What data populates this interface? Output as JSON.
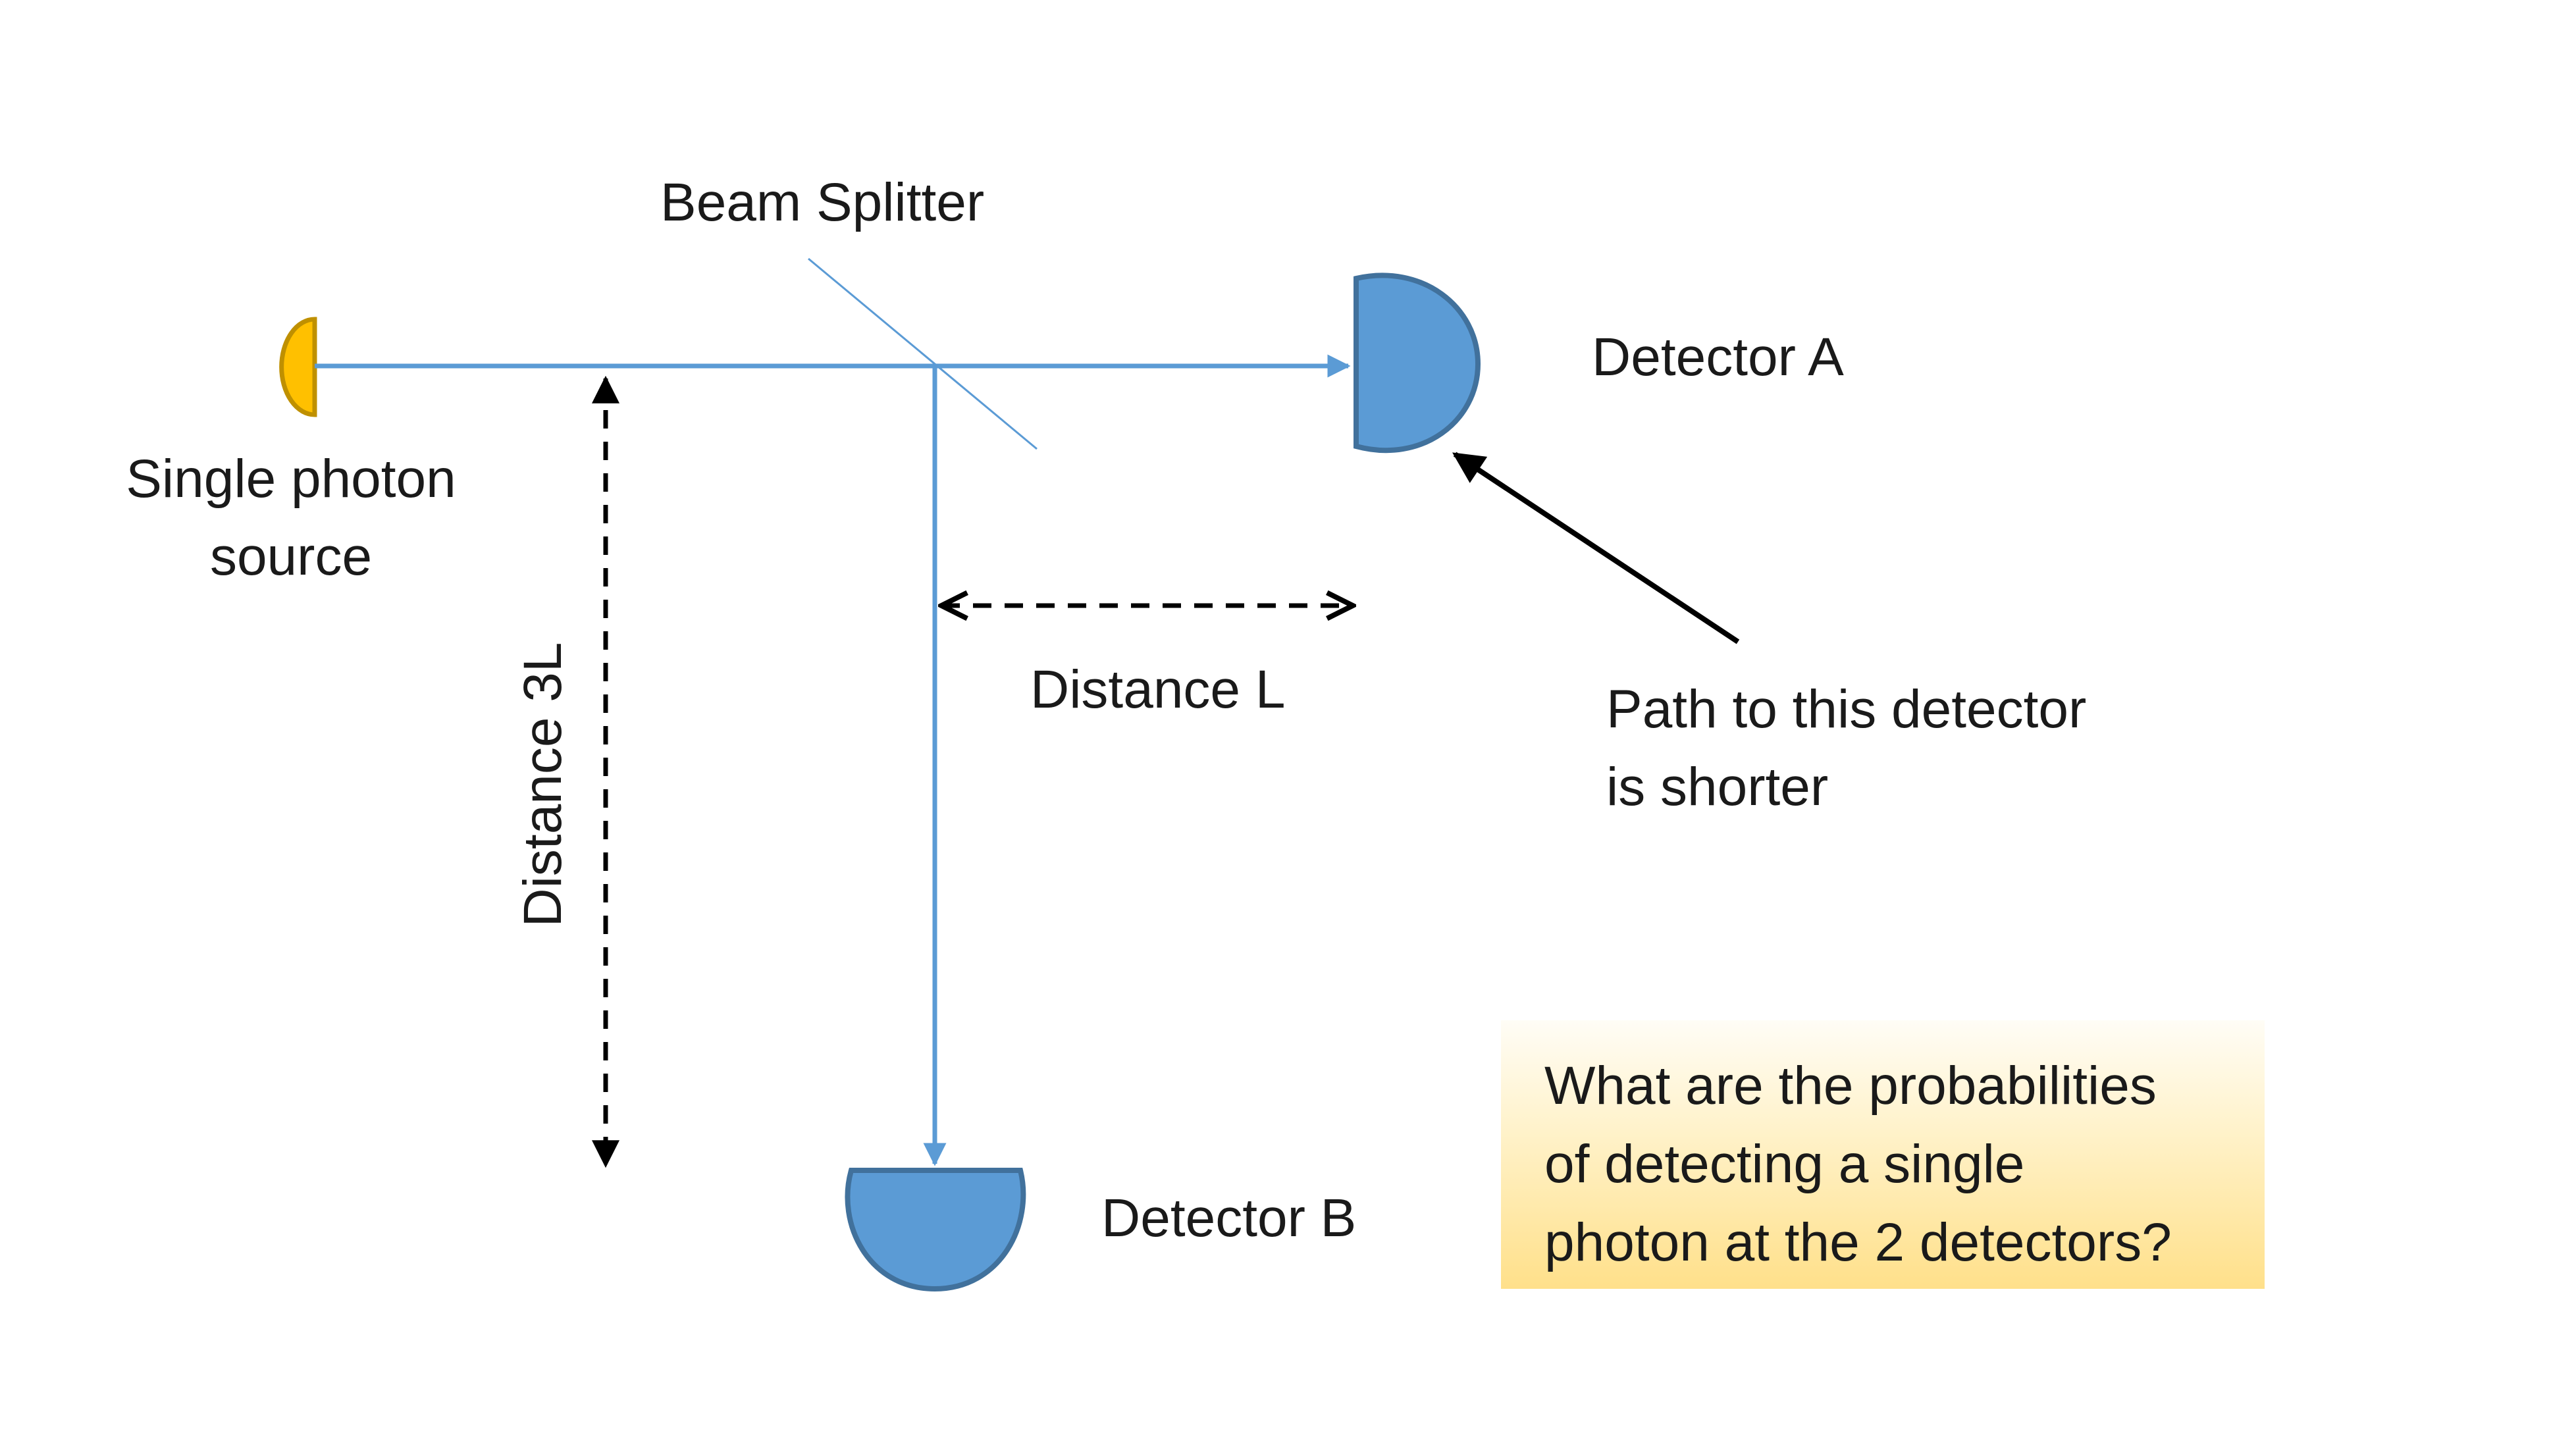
{
  "labels": {
    "beam_splitter": "Beam Splitter",
    "detector_a": "Detector A",
    "detector_b": "Detector B",
    "source_line1": "Single photon",
    "source_line2": "source",
    "distance_l": "Distance L",
    "distance_3l": "Distance 3L",
    "path_note_line1": "Path to this detector",
    "path_note_line2": "is shorter"
  },
  "question": {
    "line1": "What are the probabilities",
    "line2": "of detecting a single",
    "line3": "photon at the 2 detectors?"
  },
  "colors": {
    "beam": "#5b9bd5",
    "detector_fill": "#5b9bd5",
    "detector_stroke": "#41719c",
    "source_fill": "#ffc000",
    "source_stroke": "#bf9000",
    "dimension": "#000000",
    "question_gradient_top": "#fffdf6",
    "question_gradient_bottom": "#ffe08a"
  }
}
